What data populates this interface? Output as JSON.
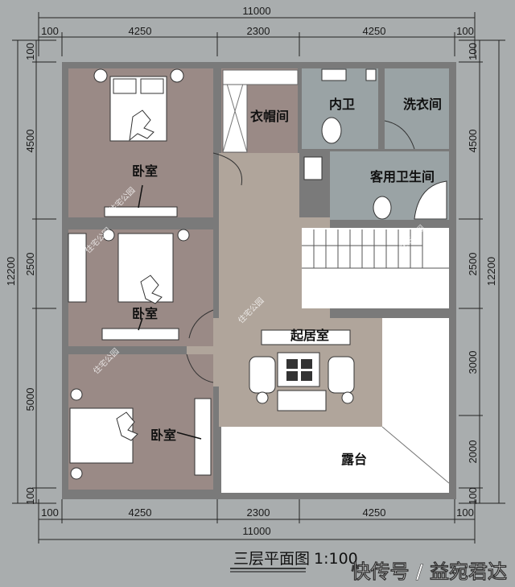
{
  "dimensions": {
    "total_width": "11000",
    "top_segments": [
      "100",
      "4250",
      "2300",
      "4250",
      "100"
    ],
    "bottom_segments": [
      "100",
      "4250",
      "2300",
      "4250",
      "100"
    ],
    "left_total": "12200",
    "left_segments": [
      "100",
      "4500",
      "2500",
      "5000",
      "100"
    ],
    "right_total": "12200",
    "right_segments": [
      "100",
      "4500",
      "2500",
      "3000",
      "2000",
      "100"
    ]
  },
  "rooms": {
    "bedroom_top": "卧室",
    "bedroom_middle": "卧室",
    "bedroom_bottom": "卧室",
    "cloakroom": "衣帽间",
    "ensuite_bath": "内卫",
    "laundry": "洗衣间",
    "guest_bath": "客用卫生间",
    "living_room": "起居室",
    "terrace": "露台"
  },
  "watermarks": [
    "住宅公园",
    "住宅公园",
    "住宅公园",
    "住宅公园",
    "住宅公园",
    "住宅公园"
  ],
  "title": "三层平面图",
  "scale": "1:100",
  "credit": "快传号 / 益宛君达",
  "colors": {
    "background": "#a9adae",
    "bedroom": "#9a8a86",
    "living": "#b0a59b",
    "bath": "#9aa3a5",
    "white_area": "#ffffff",
    "wall": "#6b6b6b"
  }
}
